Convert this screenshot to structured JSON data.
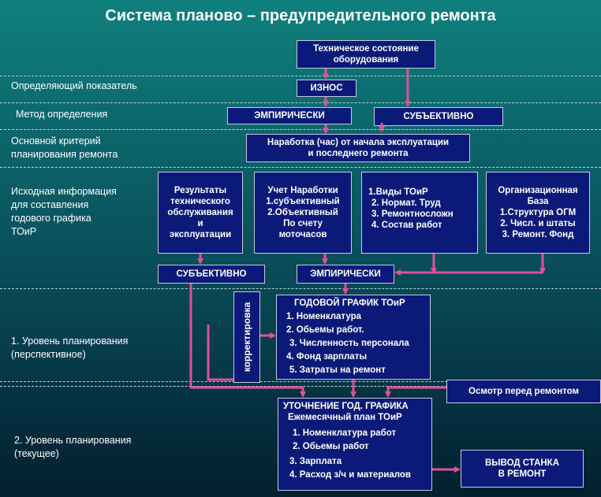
{
  "title": "Система планово – предупредительного ремонта",
  "labels": {
    "indicator": "Определяющий показатель",
    "method": "Метод определения",
    "criterion_1": "Основной критерий",
    "criterion_2": "планирования ремонта",
    "source_1": "Исходная информация",
    "source_2": "для составления",
    "source_3": "годового графика",
    "source_4": "ТОиР",
    "level1_1": "1.   Уровень планирования",
    "level1_2": "(перспективное)",
    "level2_1": "2. Уровень планирования",
    "level2_2": "(текущее)"
  },
  "boxes": {
    "tech_state": [
      "Техническое состояние",
      "оборудования"
    ],
    "wear": [
      "ИЗНОС"
    ],
    "empirical_top": [
      "ЭМПИРИЧЕСКИ"
    ],
    "subjective_top": [
      "СУБЪЕКТИВНО"
    ],
    "operating_time": [
      "Наработка (час) от начала эксплуатации",
      "и последнего ремонта"
    ],
    "maintenance_results": [
      "Результаты",
      "технического",
      "обслуживания",
      "и",
      "эксплуатации"
    ],
    "hours_accounting": [
      "Учет Наработки",
      "1.субъективный",
      "2.Объективный",
      "По счету",
      "моточасов"
    ],
    "repair_types": [
      "1.Виды ТОиР",
      "2. Нормат. Труд",
      "3. Ремонтносложн",
      "4. Состав работ"
    ],
    "org_base": [
      "Организационная",
      "База",
      "1.Структура ОГМ",
      "2. Числ. и штаты",
      "3. Ремонт. Фонд"
    ],
    "subjective_mid": [
      "СУБЪЕКТИВНО"
    ],
    "empirical_mid": [
      "ЭМПИРИЧЕСКИ"
    ],
    "correction": "корректировка",
    "annual_schedule": [
      "ГОДОВОЙ ГРАФИК ТОиР",
      "1. Номенклатура",
      "2. Обьемы работ.",
      "3. Численность персонала",
      "4. Фонд зарплаты",
      "5. Затраты на ремонт"
    ],
    "inspection": [
      "Осмотр перед ремонтом"
    ],
    "refinement": [
      "УТОЧНЕНИЕ ГОД. ГРАФИКА",
      "Ежемесячный план ТОиР",
      "1. Номенклатура работ",
      "2. Обьемы работ",
      "3. Зарплата",
      "4. Расход з/ч и материалов"
    ],
    "output": [
      "ВЫВОД СТАНКА",
      "В РЕМОНТ"
    ]
  },
  "colors": {
    "box_fill": "#0b1a78",
    "box_border": "#c8c8e0",
    "arrow": "#e0509a"
  }
}
